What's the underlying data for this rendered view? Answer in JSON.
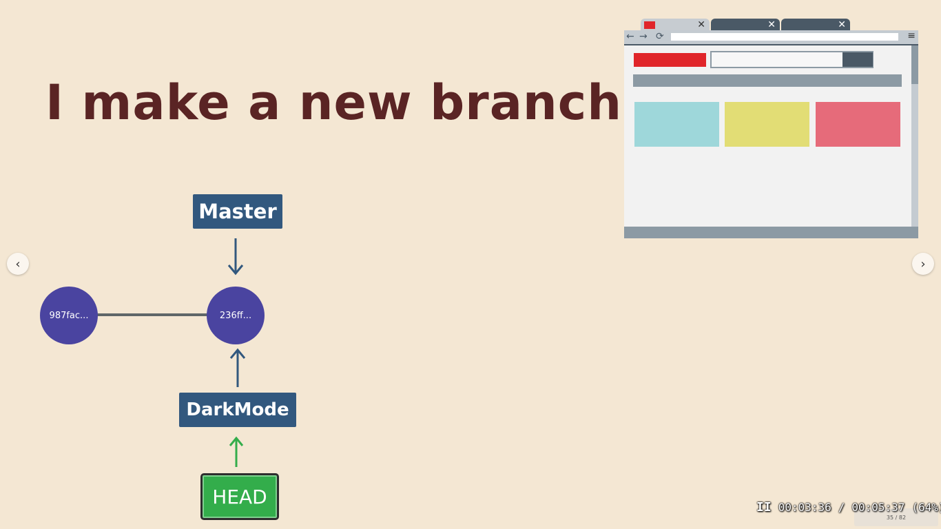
{
  "slide": {
    "title": "I make a new branch!",
    "prev_icon": "chevron-left-icon",
    "next_icon": "chevron-right-icon",
    "prev_glyph": "‹",
    "next_glyph": "›"
  },
  "diagram": {
    "branch_labels": {
      "master": "Master",
      "darkmode": "DarkMode",
      "head": "HEAD"
    },
    "commits": [
      {
        "id": "987fac..."
      },
      {
        "id": "236ff..."
      }
    ],
    "colors": {
      "label_bg": "#32587e",
      "commit": "#4a44a0",
      "head_bg": "#33ad4b",
      "arrow_branch": "#32587e",
      "arrow_head": "#33ad4b"
    }
  },
  "browser_illustration": {
    "tab_close_glyph": "✕",
    "back_glyph": "←",
    "forward_glyph": "→",
    "reload_glyph": "⟳",
    "menu_glyph": "≡",
    "colors": {
      "red": "#e0252a",
      "teal": "#9ed7da",
      "yellow": "#e2dd75",
      "pink": "#e66b7a",
      "dark": "#4a5966"
    }
  },
  "video": {
    "pause_glyph": "II",
    "current_time": "00:03:36",
    "separator": "/",
    "total_time": "00:05:37",
    "percent": "(64%)",
    "progress": 0.64,
    "page_counter": "35 / 82"
  }
}
